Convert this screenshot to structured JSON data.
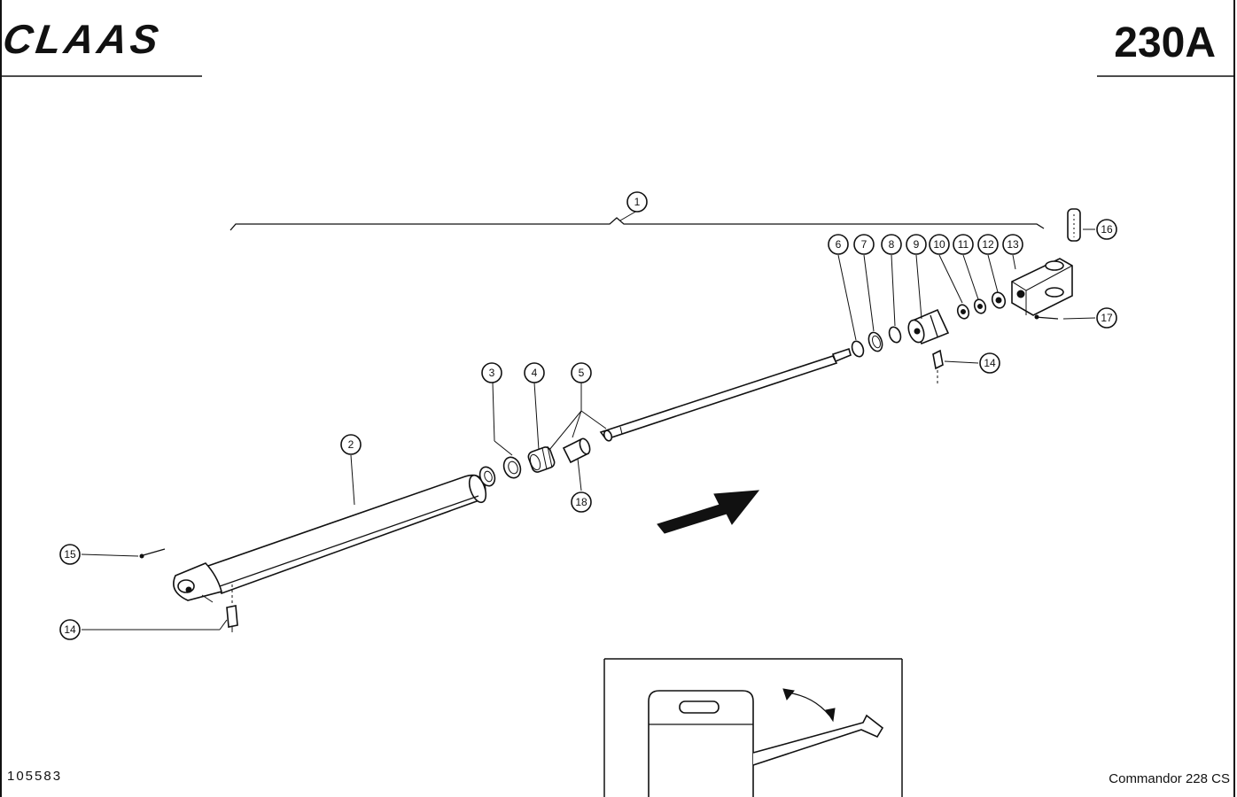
{
  "header": {
    "brand_logo_text": "CLAAS",
    "page_code": "230A"
  },
  "footer": {
    "drawing_number": "105583",
    "model": "Commandor 228 CS"
  },
  "callouts": [
    {
      "id": "c1",
      "label": "1"
    },
    {
      "id": "c2",
      "label": "2"
    },
    {
      "id": "c3",
      "label": "3"
    },
    {
      "id": "c4",
      "label": "4"
    },
    {
      "id": "c5",
      "label": "5"
    },
    {
      "id": "c6",
      "label": "6"
    },
    {
      "id": "c7",
      "label": "7"
    },
    {
      "id": "c8",
      "label": "8"
    },
    {
      "id": "c9",
      "label": "9"
    },
    {
      "id": "c10",
      "label": "10"
    },
    {
      "id": "c11",
      "label": "11"
    },
    {
      "id": "c12",
      "label": "12"
    },
    {
      "id": "c13",
      "label": "13"
    },
    {
      "id": "c14a",
      "label": "14"
    },
    {
      "id": "c14b",
      "label": "14"
    },
    {
      "id": "c15",
      "label": "15"
    },
    {
      "id": "c16",
      "label": "16"
    },
    {
      "id": "c17",
      "label": "17"
    },
    {
      "id": "c18",
      "label": "18"
    }
  ]
}
